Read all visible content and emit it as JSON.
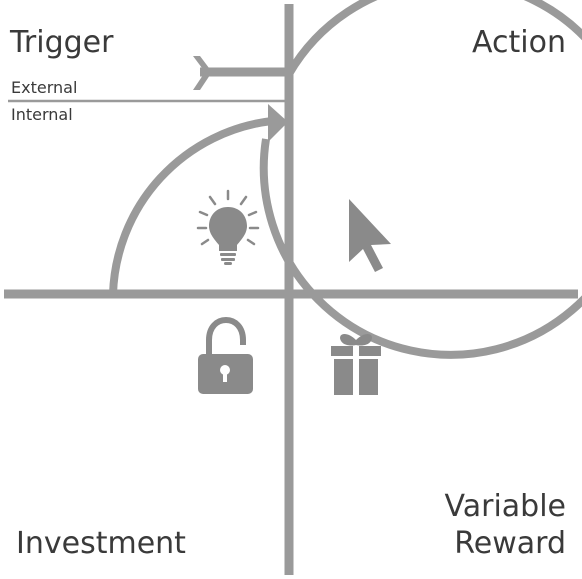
{
  "quadrants": {
    "trigger": "Trigger",
    "action": "Action",
    "investment": "Investment",
    "reward_line1": "Variable",
    "reward_line2": "Reward"
  },
  "trigger_types": {
    "external": "External",
    "internal": "Internal"
  },
  "icons": {
    "trigger": "lightbulb-icon",
    "action": "cursor-arrow-icon",
    "investment": "unlocked-padlock-icon",
    "reward": "gift-box-icon"
  },
  "colors": {
    "line": "#9a9a9a",
    "icon": "#8a8a8a",
    "text": "#3a3a3a"
  }
}
